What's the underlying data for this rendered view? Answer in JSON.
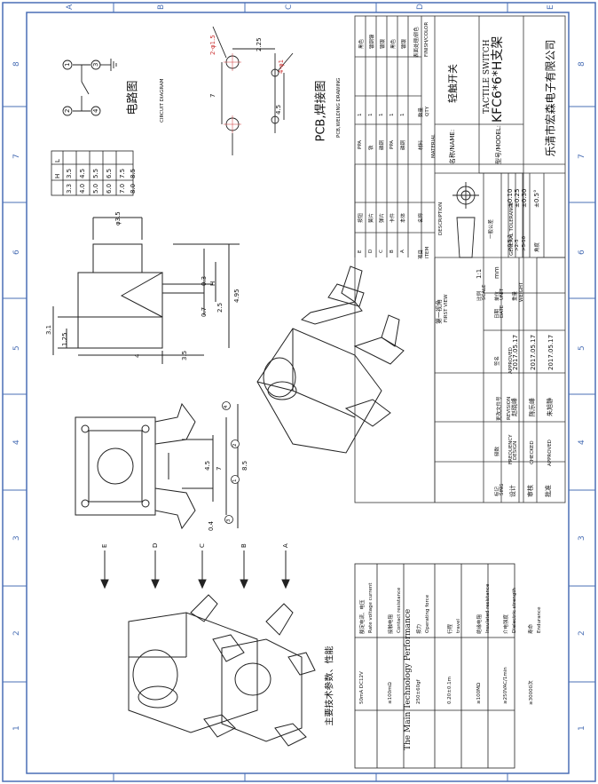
{
  "border": {
    "top_letters": [
      "A",
      "B",
      "C",
      "D",
      "E"
    ],
    "side_numbers": [
      "8",
      "7",
      "6",
      "5",
      "4",
      "3",
      "2",
      "1"
    ]
  },
  "circuit": {
    "title_cn": "电路图",
    "title_en": "CIRCUIT DIAGRAM",
    "pins": [
      "1",
      "2",
      "3",
      "4"
    ]
  },
  "pcb": {
    "title_cn": "PCB,焊接图",
    "title_en": "PCB,WELDING DRAWING",
    "dims": [
      "2-φ1.5",
      "2.25",
      "4-φ1",
      "7",
      "4.5"
    ]
  },
  "h_table": {
    "header_a": "L",
    "header_b": "H",
    "rows": [
      [
        "3.3",
        "3.5"
      ],
      [
        "4.0",
        "4.5"
      ],
      [
        "5.0",
        "5.5"
      ],
      [
        "6.0",
        "6.5"
      ],
      [
        "7.0",
        "7.5"
      ],
      [
        "8.0",
        "8.5"
      ]
    ]
  },
  "side_view_dims": [
    "φ3.5",
    "0.3",
    "H",
    "4.95",
    "2.5",
    "0.7",
    "3.1",
    "1.25",
    "4",
    "3.5"
  ],
  "front_view": {
    "dims": [
      "4.5",
      "7",
      "8.5",
      "0.4"
    ],
    "callouts": [
      "4",
      "2",
      "1",
      "3"
    ]
  },
  "view_letters": [
    "E",
    "D",
    "C",
    "B",
    "A"
  ],
  "perf_table": {
    "title_cn": "主要技术参数、性能",
    "title_en": "The Main Technology Performance",
    "rows": [
      {
        "cn": "额定电流、电压",
        "en": "Rate voltage current",
        "val": "50mA DC12V"
      },
      {
        "cn": "接触电阻",
        "en": "Contact resistance",
        "val": "≤100mΩ"
      },
      {
        "cn": "按力",
        "en": "Operating force",
        "val": "250±60gf"
      },
      {
        "cn": "行程",
        "en": "travel",
        "val": "0.20±0.1m"
      },
      {
        "cn": "绝缘电阻",
        "en": "Insulated resistance",
        "val": "≥100MΩ"
      },
      {
        "cn": "介电强度",
        "en": "Dielectric strength",
        "val": "≥250VAC/1min"
      },
      {
        "cn": "寿命",
        "en": "Endurance",
        "val": "≥30000次"
      }
    ]
  },
  "material_table": {
    "headers": {
      "item": "项目",
      "item_en": "ITEM",
      "name": "名称",
      "name_en": "DESCRIPTION",
      "mat": "材料",
      "mat_en": "MATERIAL",
      "qty": "数量",
      "qty_en": "QTY",
      "finish": "表面处理/颜色",
      "finish_en": "FINISH/COLOR"
    },
    "rows": [
      {
        "item": "E",
        "name": "按钮",
        "mat": "PPA",
        "qty": "1",
        "finish": "黑色"
      },
      {
        "item": "D",
        "name": "簧片",
        "mat": "铁",
        "qty": "1",
        "finish": "镀铜镍"
      },
      {
        "item": "C",
        "name": "弹片",
        "mat": "磷铜",
        "qty": "1",
        "finish": "镀银"
      },
      {
        "item": "B",
        "name": "卡件",
        "mat": "PPA",
        "qty": "1",
        "finish": "黑色"
      },
      {
        "item": "A",
        "name": "本体",
        "mat": "磷铜",
        "qty": "1",
        "finish": "镀银"
      }
    ]
  },
  "title_block": {
    "name_label": "名称/NAME:",
    "name_cn": "轻触开关",
    "name_en": "TACTILE SWITCH",
    "model_label": "型号/MODEL:",
    "model": "KFC6*6*H支架",
    "company": "乐清市宏森电子有限公司",
    "view_label": "第一视角",
    "view_en": "FIRST VIEW",
    "scale_label": "比例",
    "scale_en": "SCALE",
    "scale": "1:1",
    "unit_label": "单位",
    "unit_en": "UNIT",
    "unit": "mm",
    "weight_label": "重量",
    "weight_en": "WEIGHT",
    "tol_title": "一般公差",
    "tol_title_en": "GENERAL TOLERANCE",
    "tolerances": [
      {
        "range": ">0.5-2",
        "val": "±0.10"
      },
      {
        "range": ">2-5",
        "val": "±0.25"
      },
      {
        "range": ">5-10",
        "val": "±0.30"
      },
      {
        "range": "角度",
        "val": "±0.5°"
      }
    ],
    "rev_headers": {
      "mark": "标记",
      "mark_en": "SING",
      "freq": "频数",
      "freq_en": "FREQUENCY",
      "doc": "更改文件号",
      "doc_en": "REVISION",
      "sign": "签名",
      "sign_en": "APPROVED",
      "date": "日期",
      "date_en": "DATE"
    },
    "sign_rows": [
      {
        "role": "设计",
        "role_en": "DESIGN",
        "name": "赵晓峰",
        "date": "2017.05.17"
      },
      {
        "role": "审核",
        "role_en": "CHECKED",
        "name": "陈乐峰",
        "date": "2017.05.17"
      },
      {
        "role": "批准",
        "role_en": "APPROVED",
        "name": "朱旭静",
        "date": "2017.05.17"
      }
    ]
  }
}
